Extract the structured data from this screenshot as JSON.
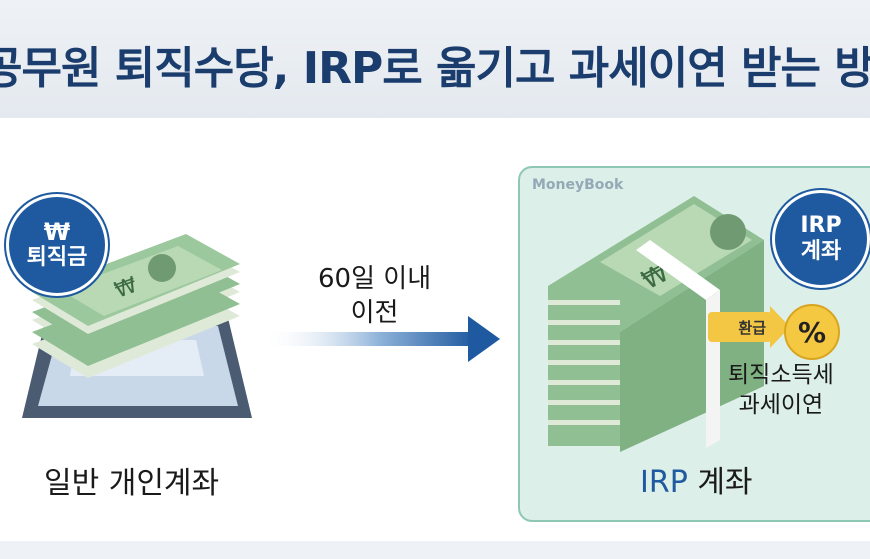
{
  "title": "공무원 퇴직수당, IRP로 옮기고 과세이연 받는 방",
  "left": {
    "badge_symbol": "₩",
    "badge_text": "퇴직금",
    "label": "일반 개인계좌"
  },
  "arrow": {
    "line1": "60일 이내",
    "line2": "이전"
  },
  "right": {
    "brand": "MoneyBook",
    "badge_line1": "IRP",
    "badge_line2": "계좌",
    "refund": "환급",
    "percent": "%",
    "deduct_line1": "퇴직소득세",
    "deduct_line2": "과세이연",
    "label_accent": "IRP",
    "label_rest": " 계좌"
  },
  "colors": {
    "navy": "#1b3d6e",
    "blue": "#1f5aa0",
    "panel": "#dcefe9",
    "cash": "#8fbf92",
    "gold": "#f3c744"
  },
  "icons": [
    "won-symbol-icon",
    "cash-stack-icon",
    "tablet-icon",
    "arrow-right-icon",
    "percent-icon",
    "refund-arrow-icon"
  ]
}
